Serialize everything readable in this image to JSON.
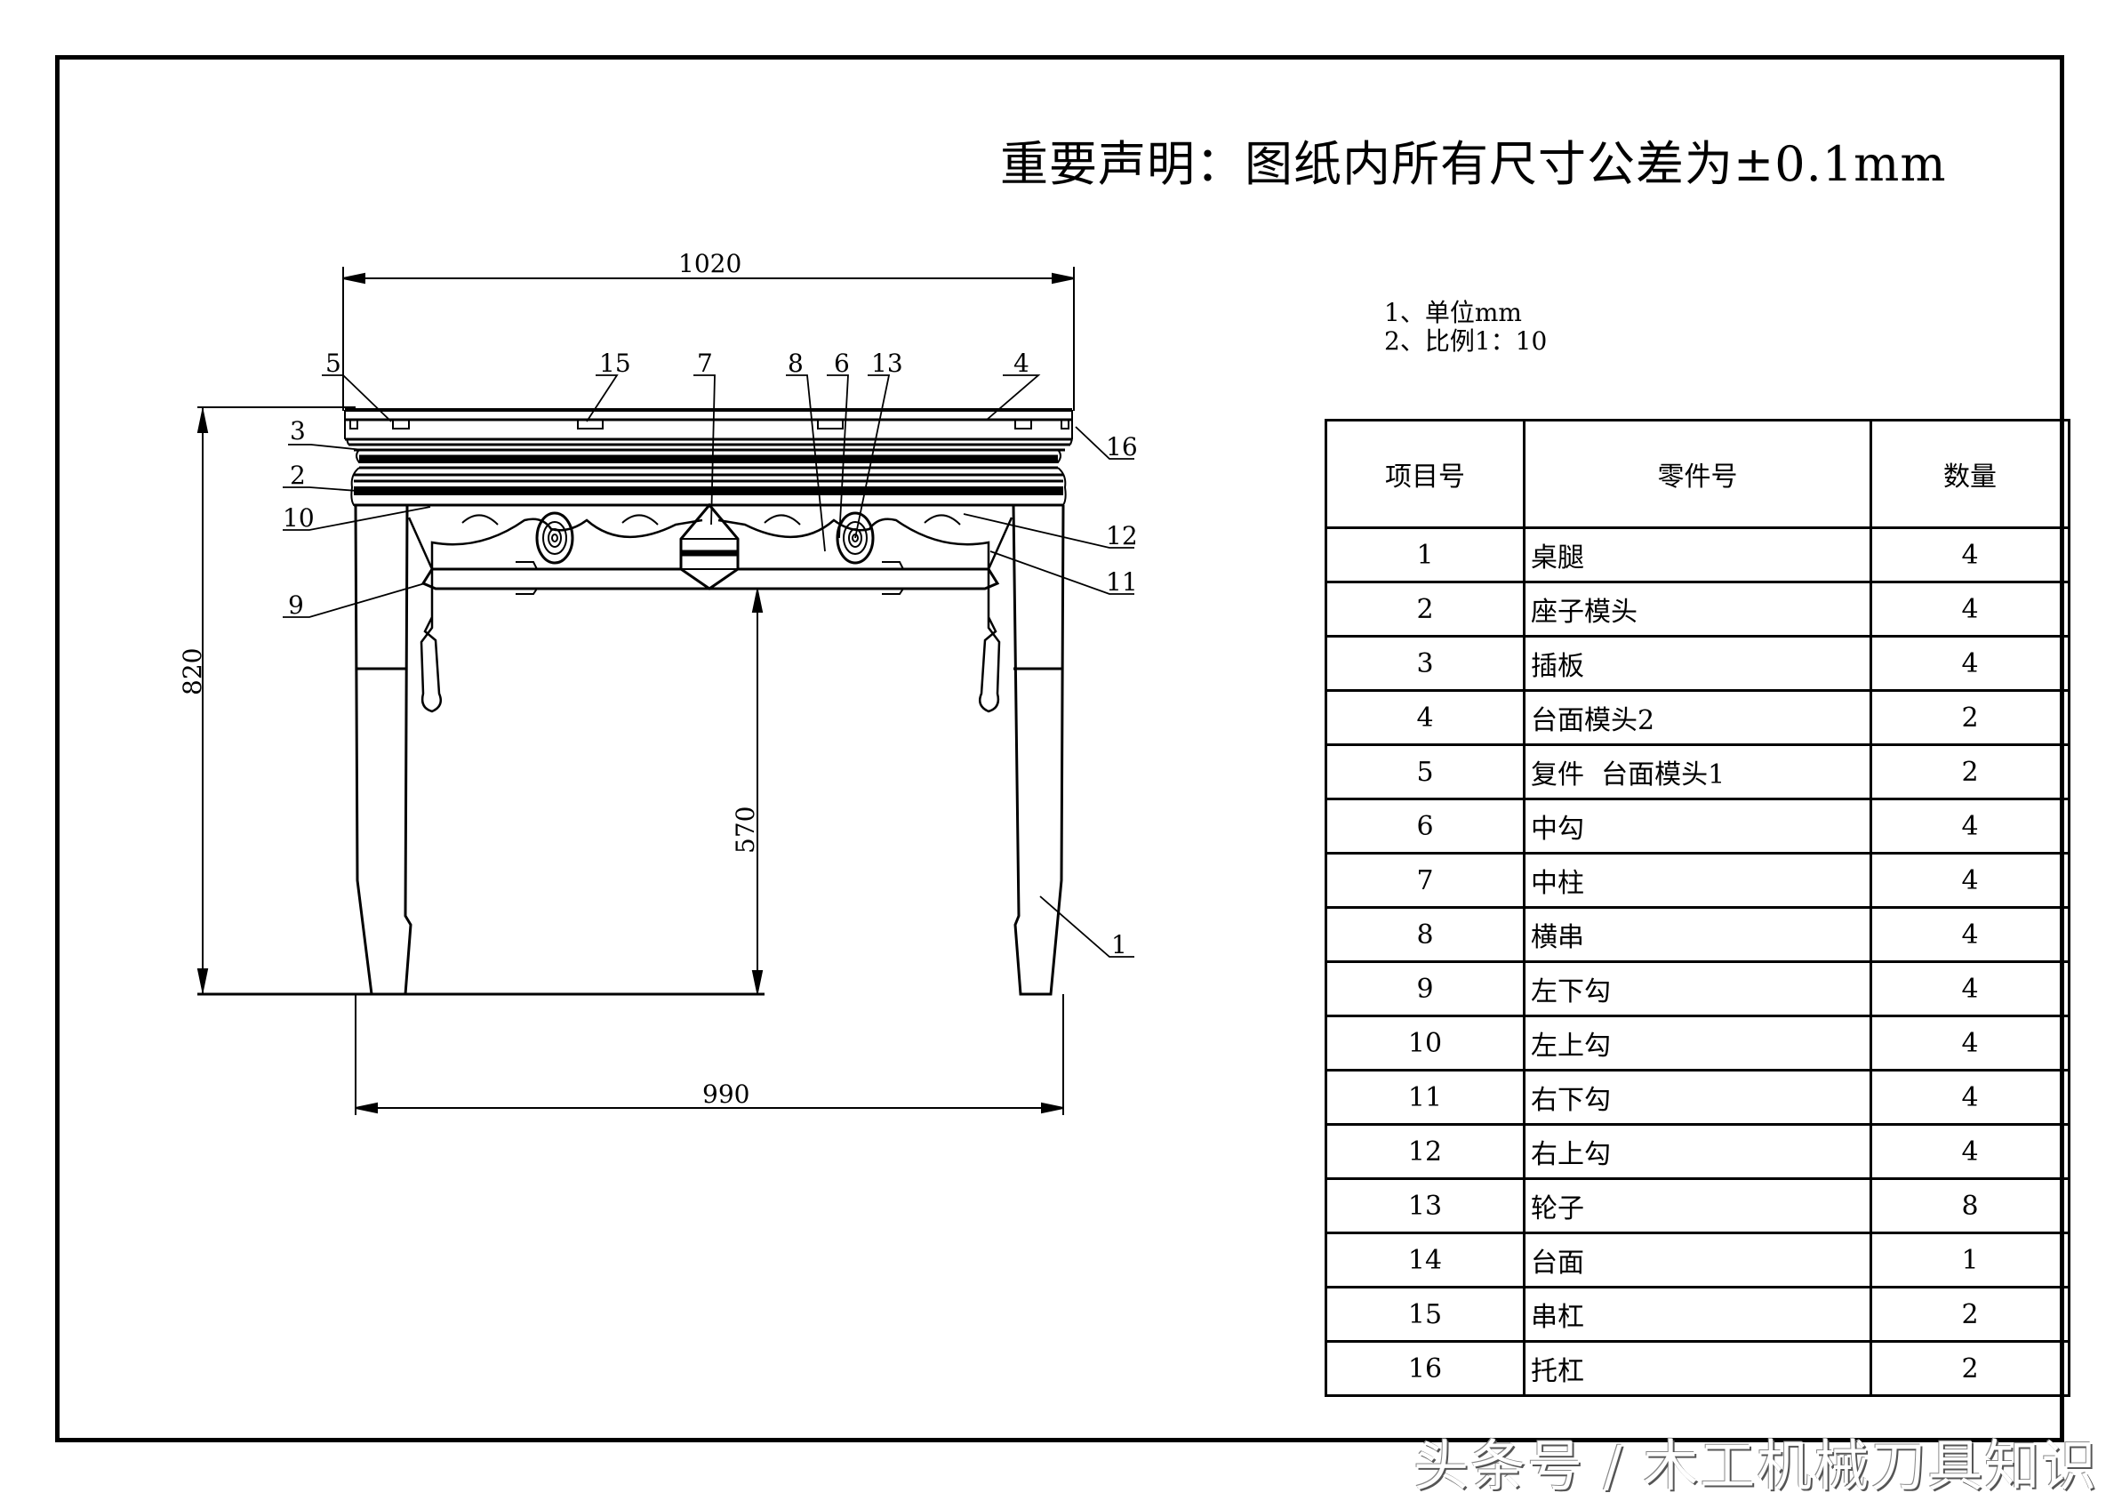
{
  "title": "重要声明：图纸内所有尺寸公差为±0.1mm",
  "notes": [
    "1、单位mm",
    "2、比例1：10"
  ],
  "dimensions": {
    "overall_width": "1020",
    "leg_span": "990",
    "overall_height": "820",
    "knee_height": "570"
  },
  "callouts": [
    "1",
    "2",
    "3",
    "4",
    "5",
    "6",
    "7",
    "8",
    "9",
    "10",
    "11",
    "12",
    "13",
    "15",
    "16"
  ],
  "bom": {
    "headers": [
      "项目号",
      "零件号",
      "数量"
    ],
    "rows": [
      {
        "no": "1",
        "name": "桌腿",
        "qty": "4"
      },
      {
        "no": "2",
        "name": "座子模头",
        "qty": "4"
      },
      {
        "no": "3",
        "name": "插板",
        "qty": "4"
      },
      {
        "no": "4",
        "name": "台面模头2",
        "qty": "2"
      },
      {
        "no": "5",
        "name": "复件  台面模头1",
        "qty": "2"
      },
      {
        "no": "6",
        "name": "中勾",
        "qty": "4"
      },
      {
        "no": "7",
        "name": "中柱",
        "qty": "4"
      },
      {
        "no": "8",
        "name": "横串",
        "qty": "4"
      },
      {
        "no": "9",
        "name": "左下勾",
        "qty": "4"
      },
      {
        "no": "10",
        "name": "左上勾",
        "qty": "4"
      },
      {
        "no": "11",
        "name": "右下勾",
        "qty": "4"
      },
      {
        "no": "12",
        "name": "右上勾",
        "qty": "4"
      },
      {
        "no": "13",
        "name": "轮子",
        "qty": "8"
      },
      {
        "no": "14",
        "name": "台面",
        "qty": "1"
      },
      {
        "no": "15",
        "name": "串杠",
        "qty": "2"
      },
      {
        "no": "16",
        "name": "托杠",
        "qty": "2"
      }
    ]
  },
  "watermark": "头条号 / 木工机械刀具知识"
}
